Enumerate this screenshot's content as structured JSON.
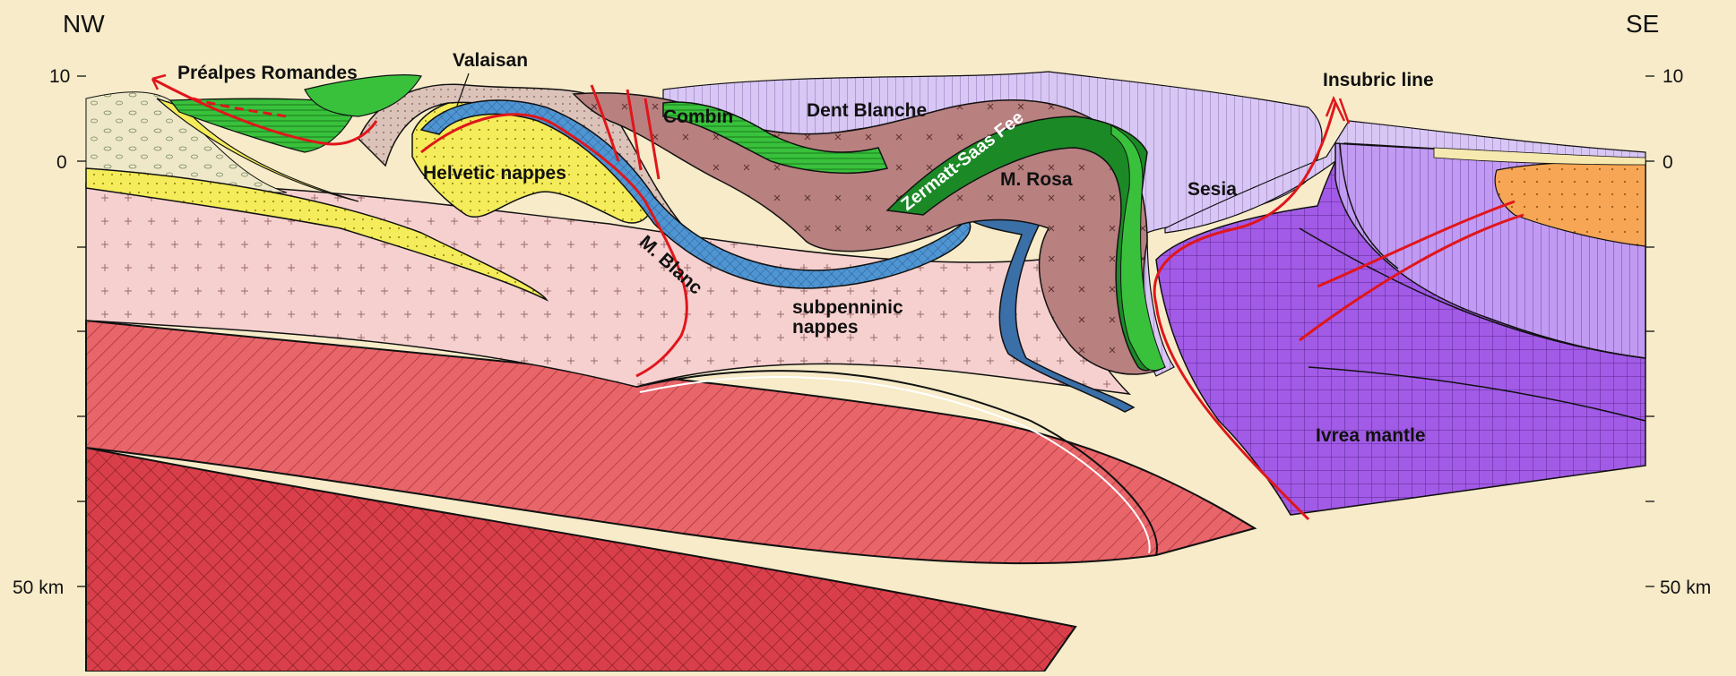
{
  "orientation": {
    "left": "NW",
    "right": "SE"
  },
  "axis": {
    "left_ticks": {
      "top": "10",
      "zero": "0",
      "bottom": "50 km"
    },
    "right_ticks": {
      "top": "10",
      "zero": "0",
      "bottom": "50 km"
    }
  },
  "labels": {
    "prealpes": "Préalpes Romandes",
    "valaisan": "Valaisan",
    "combin": "Combin",
    "dent_blanche": "Dent Blanche",
    "insubric": "Insubric line",
    "helvetic": "Helvetic nappes",
    "zermatt": "Zermatt-Saas Fee",
    "mrosa": "M. Rosa",
    "sesia": "Sesia",
    "mblanc": "M. Blanc",
    "subpenninic_1": "subpenninic",
    "subpenninic_2": "nappes",
    "ivrea": "Ivrea mantle"
  },
  "colors": {
    "background": "#f7ebc9",
    "lower_crust": "#e8656a",
    "european_crust": "#f6d0cf",
    "lower_plate_mantle": "#d93f4a",
    "dent_blanche_lavender": "#d8c6f4",
    "ivrea_purple": "#a25be6",
    "adriatic_purple": "#c19af2",
    "penninic_green": "#39c13c",
    "helvetic_yellow": "#f4ec5a",
    "subpenninic_blue": "#4f95d2",
    "monte_rosa_brown": "#b98080",
    "valaisan_tan": "#dcc3b9",
    "sediment_orange": "#f6a654",
    "fault_red": "#e0161b"
  }
}
